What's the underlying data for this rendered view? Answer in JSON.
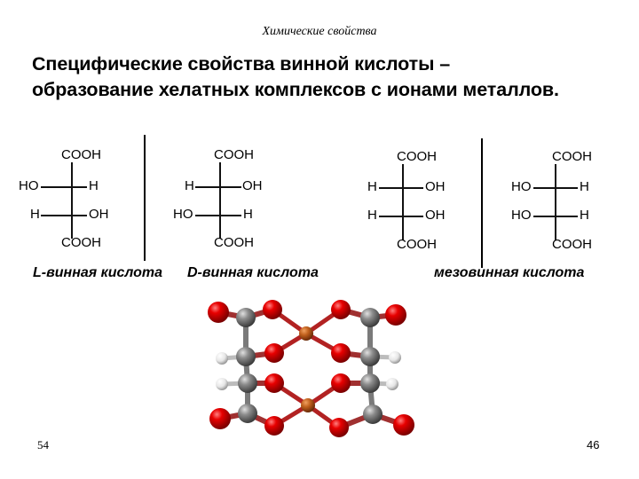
{
  "slide": {
    "header": "Химические свойства",
    "title_lines": [
      "Специфические свойства винной кислоты –",
      "образование хелатных комплексов с ионами металлов."
    ],
    "page_left": "54",
    "page_right": "46"
  },
  "structures": [
    {
      "name": "L-винная кислота",
      "top": "COOH",
      "row1_left": "HO",
      "row1_right": "H",
      "row2_left": "H",
      "row2_right": "OH",
      "bottom": "COOH"
    },
    {
      "name": "D-винная кислота",
      "top": "COOH",
      "row1_left": "H",
      "row1_right": "OH",
      "row2_left": "HO",
      "row2_right": "H",
      "bottom": "COOH"
    },
    {
      "name": "мезовинная кислота",
      "top": "COOH",
      "row1_left": "H",
      "row1_right": "OH",
      "row2_left": "H",
      "row2_right": "OH",
      "bottom": "COOH"
    },
    {
      "name": "мезовинная кислота",
      "top": "COOH",
      "row1_left": "HO",
      "row1_right": "H",
      "row2_left": "HO",
      "row2_right": "H",
      "bottom": "COOH"
    }
  ],
  "labels": {
    "l_acid": "L-винная кислота",
    "d_acid": "D-винная кислота",
    "meso_acid": "мезовинная кислота"
  },
  "molecule_model": {
    "description": "Ball-and-stick model of copper tartrate chelate complex",
    "colors": {
      "oxygen": "#e00000",
      "carbon": "#8a8a8a",
      "hydrogen": "#e8e8e8",
      "copper": "#c0601c",
      "bond_o": "#b01010",
      "bond_cu": "#b84a20"
    }
  }
}
